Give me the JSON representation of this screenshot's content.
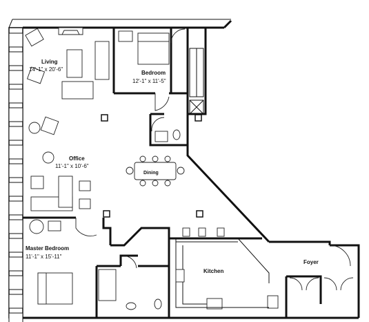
{
  "rooms": {
    "living": {
      "name": "Living",
      "dims": "14'-1\" x 20'-6\""
    },
    "bedroom": {
      "name": "Bedroom",
      "dims": "12'-1\" x 11'-5\""
    },
    "office": {
      "name": "Office",
      "dims": "11'-1\" x 10'-6\""
    },
    "dining": {
      "name": "Dining"
    },
    "master": {
      "name": "Master Bedroom",
      "dims": "11'-1\" x 15'-11\""
    },
    "kitchen": {
      "name": "Kitchen"
    },
    "foyer": {
      "name": "Foyer"
    }
  }
}
